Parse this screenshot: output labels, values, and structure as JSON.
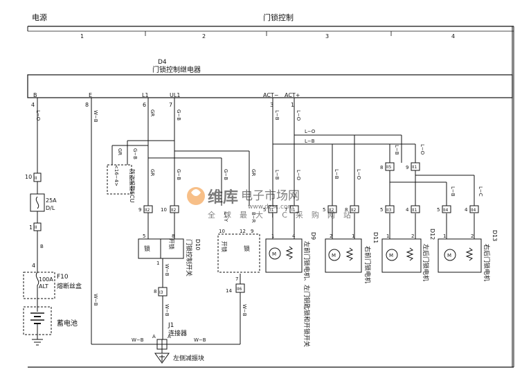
{
  "header": {
    "left_title": "电源",
    "center_title": "门锁控制"
  },
  "columns": [
    "1",
    "2",
    "3",
    "4"
  ],
  "relay": {
    "id": "D4",
    "name": "门锁控制继电器",
    "terminals": [
      {
        "label": "B",
        "pin": "4"
      },
      {
        "label": "E",
        "pin": "8"
      },
      {
        "label": "L1",
        "pin": "6"
      },
      {
        "label": "UL1",
        "pin": "7"
      },
      {
        "label": "ACT−",
        "pin": "3"
      },
      {
        "label": "ACT+",
        "pin": "1"
      }
    ]
  },
  "wire_colors": {
    "lo": "L−O",
    "wb": "W−B",
    "gr": "GR",
    "gb": "G−B",
    "b": "B",
    "lb": "L−B",
    "ly": "L−Y",
    "br": "B−R",
    "lc": "L−C"
  },
  "fuse": {
    "pin_top": "10",
    "pin_top_code": "II",
    "rating": "25A",
    "name": "D/L",
    "pin_bot": "1",
    "pin_bot_code": "II"
  },
  "fusebox": {
    "pin": "4",
    "id": "F10",
    "rating": "100A",
    "alt": "ALT",
    "name": "熔断丝盒"
  },
  "battery": {
    "name": "蓄电池"
  },
  "antitheft": {
    "name": "防盗报警ECU",
    "ref": "<16−4>"
  },
  "d10": {
    "id": "D10",
    "name": "门锁控制开关",
    "pins": [
      "9",
      "10",
      "5",
      "8",
      "1",
      "8"
    ],
    "codes": [
      "II2",
      "II2",
      "I3"
    ],
    "unlock": "开锁",
    "lock": "锁"
  },
  "d9": {
    "id": "D9",
    "name": "左前门锁电机、左门钥匙锁和开锁开关",
    "pins": [
      "10",
      "12",
      "7",
      "14",
      "9",
      "5",
      "7",
      "1",
      "4"
    ],
    "codes": [
      "I1",
      "I1",
      "II6",
      "II2",
      "II2"
    ],
    "unlock": "开锁",
    "lock": "锁"
  },
  "d11": {
    "id": "D11",
    "name": "右前门锁电机",
    "pins": [
      "5",
      "8",
      "2",
      "1"
    ],
    "codes": [
      "II2",
      "II2"
    ]
  },
  "d12": {
    "id": "D12",
    "name": "左后门锁电机",
    "pins": [
      "8",
      "9",
      "5",
      "4",
      "1",
      "2"
    ],
    "codes": [
      "II5",
      "II1",
      "II3",
      "II1"
    ]
  },
  "d13": {
    "id": "D13",
    "name": "右后门锁电机",
    "pins": [
      "5",
      "4",
      "1",
      "2"
    ],
    "codes": [
      "II4",
      "II4"
    ]
  },
  "connector": {
    "id": "J1",
    "name": "连接器",
    "a": "A"
  },
  "ground": {
    "name": "左侧减振块"
  },
  "watermark": {
    "brand": "维库",
    "site": "电子市场网",
    "url": "www.dzsc.com",
    "slogan": "全球最大IC采购网站"
  },
  "misc": {
    "m": "M"
  }
}
